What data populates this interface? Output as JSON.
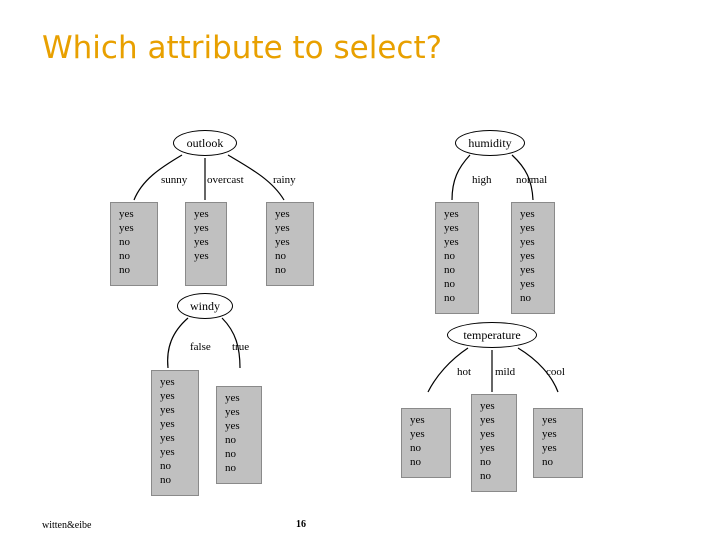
{
  "slide": {
    "title": "Which attribute to select?",
    "footer_left": "witten&eibe",
    "page_number": "16"
  },
  "trees": [
    {
      "id": "outlook",
      "root_label": "outlook",
      "branches": [
        {
          "label": "sunny",
          "values": [
            "yes",
            "yes",
            "no",
            "no",
            "no"
          ]
        },
        {
          "label": "overcast",
          "values": [
            "yes",
            "yes",
            "yes",
            "yes"
          ]
        },
        {
          "label": "rainy",
          "values": [
            "yes",
            "yes",
            "yes",
            "no",
            "no"
          ]
        }
      ]
    },
    {
      "id": "humidity",
      "root_label": "humidity",
      "branches": [
        {
          "label": "high",
          "values": [
            "yes",
            "yes",
            "yes",
            "no",
            "no",
            "no",
            "no"
          ]
        },
        {
          "label": "normal",
          "values": [
            "yes",
            "yes",
            "yes",
            "yes",
            "yes",
            "yes",
            "no"
          ]
        }
      ]
    },
    {
      "id": "windy",
      "root_label": "windy",
      "branches": [
        {
          "label": "false",
          "values": [
            "yes",
            "yes",
            "yes",
            "yes",
            "yes",
            "yes",
            "no",
            "no"
          ]
        },
        {
          "label": "true",
          "values": [
            "yes",
            "yes",
            "yes",
            "no",
            "no",
            "no"
          ]
        }
      ]
    },
    {
      "id": "temperature",
      "root_label": "temperature",
      "branches": [
        {
          "label": "hot",
          "values": [
            "yes",
            "yes",
            "no",
            "no"
          ]
        },
        {
          "label": "mild",
          "values": [
            "yes",
            "yes",
            "yes",
            "yes",
            "no",
            "no"
          ]
        },
        {
          "label": "cool",
          "values": [
            "yes",
            "yes",
            "yes",
            "no"
          ]
        }
      ]
    }
  ]
}
